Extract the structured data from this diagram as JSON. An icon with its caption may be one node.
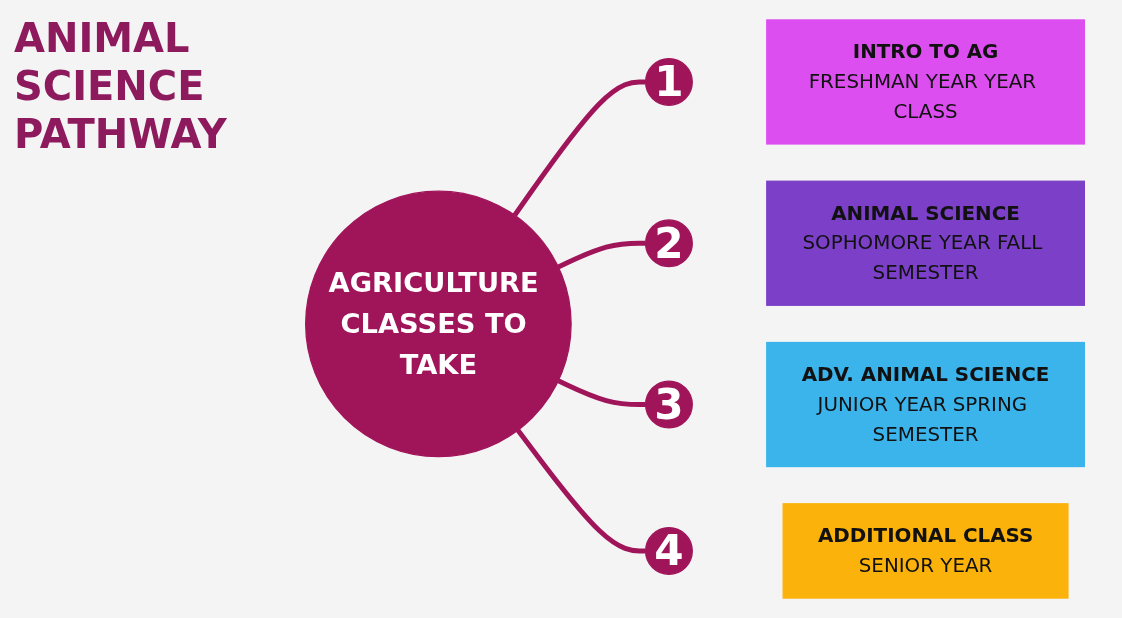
{
  "diagram": {
    "title": "ANIMAL SCIENCE PATHWAY",
    "nodes": [
      {
        "text": [
          "AGRICULTURE CLASSES TO TAKE"
        ]
      },
      {
        "text": [
          "1"
        ]
      },
      {
        "text": [
          "INTRO TO AG",
          "FRESHMAN YEAR YEAR CLASS"
        ]
      },
      {
        "text": [
          "2"
        ]
      },
      {
        "text": [
          "ANIMAL SCIENCE",
          "SOPHOMORE YEAR FALL SEMESTER"
        ]
      },
      {
        "text": [
          "3"
        ]
      },
      {
        "text": [
          "ADV. ANIMAL SCIENCE",
          "JUNIOR YEAR SPRING SEMESTER"
        ]
      },
      {
        "text": [
          "4"
        ]
      },
      {
        "text": [
          "ADDITIONAL CLASS",
          "SENIOR YEAR"
        ]
      }
    ],
    "edges": [
      {
        "from": 0,
        "to": 1,
        "arrow": "none"
      },
      {
        "from": 0,
        "to": 3,
        "arrow": "none"
      },
      {
        "from": 0,
        "to": 5,
        "arrow": "none"
      },
      {
        "from": 0,
        "to": 7,
        "arrow": "none"
      }
    ]
  }
}
